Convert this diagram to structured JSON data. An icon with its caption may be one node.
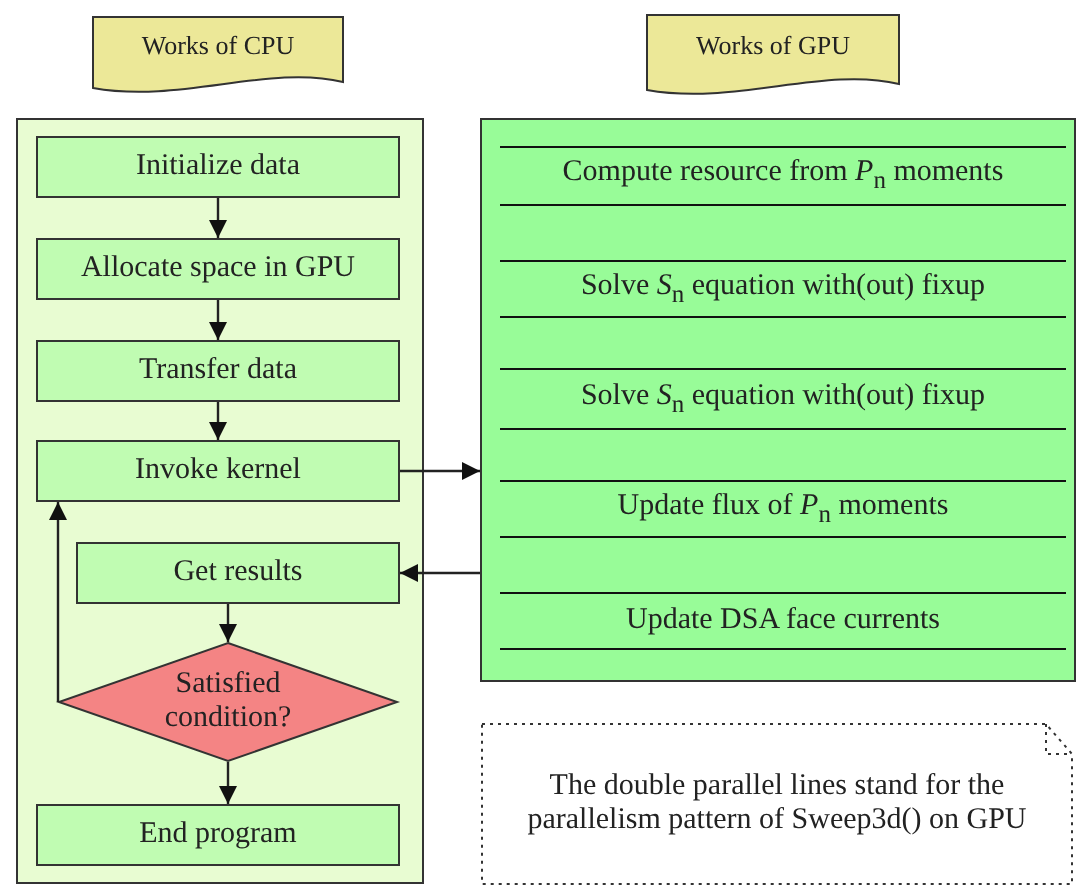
{
  "diagram": {
    "nodes": [
      {
        "text": [
          "Works of CPU"
        ]
      },
      {
        "text": [
          "Works of GPU"
        ]
      },
      {
        "text": [],
        "shape": "box"
      },
      {
        "text": [
          "Initialize data"
        ],
        "in": 2
      },
      {
        "text": [
          "Allocate space in GPU"
        ],
        "in": 2
      },
      {
        "text": [
          "Transfer data"
        ],
        "in": 2
      },
      {
        "text": [
          "Invoke kernel"
        ],
        "in": 2
      },
      {
        "text": [
          "Get results"
        ],
        "in": 2
      },
      {
        "text": [
          "Satisfied condition?"
        ],
        "in": 2
      },
      {
        "text": [
          "End program"
        ],
        "in": 2
      },
      {
        "text": [],
        "shape": "box"
      },
      {
        "text": [
          "Compute resource from *P*$_{n}$ moments"
        ],
        "in": 10
      },
      {
        "text": [
          "Solve *S*$_{n}$ equation with(out) fixup"
        ],
        "in": 10
      },
      {
        "text": [
          "Solve *S*$_{n}$ equation with(out) fixup"
        ],
        "in": 10
      },
      {
        "text": [
          "Update flux of *P*$_{n}$ moments"
        ],
        "in": 10
      },
      {
        "text": [
          "Update DSA face currents"
        ],
        "in": 10
      },
      {
        "text": [
          "The double parallel lines stand for the parallelism pattern of Sweep3d() on GPU"
        ]
      }
    ],
    "edges": [
      {
        "from": 3,
        "to": 4,
        "arrow": "to"
      },
      {
        "from": 4,
        "to": 5,
        "arrow": "to"
      },
      {
        "from": 5,
        "to": 6,
        "arrow": "to"
      },
      {
        "from": 6,
        "to": 10,
        "arrow": "to"
      },
      {
        "from": 10,
        "to": 7,
        "arrow": "to"
      },
      {
        "from": 7,
        "to": 8,
        "arrow": "to"
      },
      {
        "from": 8,
        "to": 9,
        "arrow": "to"
      },
      {
        "from": 8,
        "to": 6,
        "arrow": "to"
      }
    ]
  }
}
